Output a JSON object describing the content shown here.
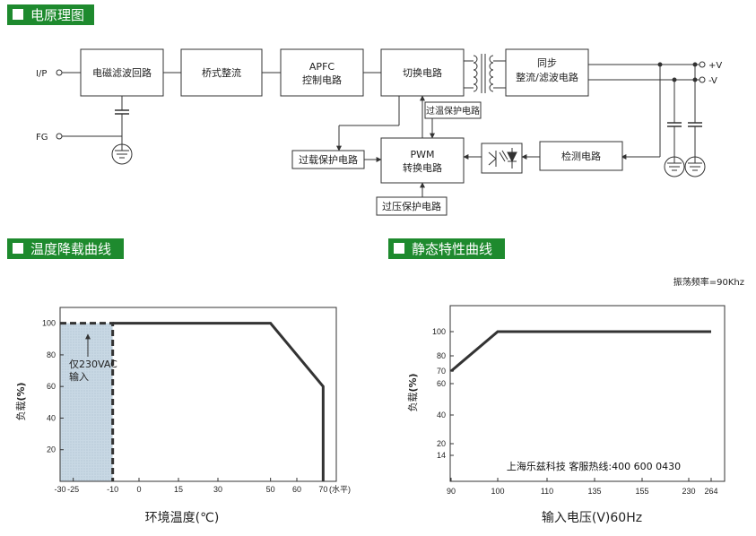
{
  "sections": {
    "schematic": "电原理图",
    "derating": "温度降载曲线",
    "static": "静态特性曲线"
  },
  "colors": {
    "header_bg": "#1e8a2e",
    "line": "#333333",
    "shade": "#c8d8e4"
  },
  "diagram": {
    "inputs": {
      "ip": "I/P",
      "fg": "FG"
    },
    "outputs": {
      "pos": "+V",
      "neg": "-V"
    },
    "blocks": {
      "emi": "电磁滤波回路",
      "bridge": "桥式整流",
      "apfc_1": "APFC",
      "apfc_2": "控制电路",
      "switch": "切换电路",
      "sync_1": "同步",
      "sync_2": "整流/滤波电路",
      "over_temp": "过温保护电路",
      "overload": "过载保护电路",
      "pwm_1": "PWM",
      "pwm_2": "转换电路",
      "detect": "检测电路",
      "overvolt": "过压保护电路"
    }
  },
  "chart_data": [
    {
      "type": "line",
      "ylabel_cn": "负载",
      "ylabel_unit": "(%)",
      "xlabel": "环境温度(℃)",
      "x_ticks": [
        "-30",
        "-25",
        "-10",
        "0",
        "15",
        "30",
        "50",
        "60",
        "70"
      ],
      "x_unit_note": "(水平)",
      "y_ticks": [
        "20",
        "40",
        "60",
        "80",
        "100"
      ],
      "xlim": [
        -30,
        75
      ],
      "ylim": [
        0,
        110
      ],
      "series": [
        {
          "x": [
            -10,
            50,
            70,
            70
          ],
          "y": [
            100,
            100,
            60,
            0
          ]
        }
      ],
      "dashed": {
        "x": [
          -30,
          -10,
          -10
        ],
        "y": [
          100,
          100,
          0
        ]
      },
      "shaded_region": {
        "x": [
          -30,
          -10
        ],
        "y": [
          0,
          100
        ]
      },
      "annotation_1": "仅230VAC",
      "annotation_2": "输入",
      "grid": false
    },
    {
      "type": "line",
      "ylabel_cn": "负载",
      "ylabel_unit": "(%)",
      "xlabel": "输入电压(V)60Hz",
      "x_ticks": [
        "90",
        "100",
        "110",
        "135",
        "155",
        "230",
        "264"
      ],
      "y_ticks": [
        "14",
        "20",
        "40",
        "60",
        "70",
        "80",
        "100"
      ],
      "note": "振荡频率=90Khz",
      "watermark": "上海乐兹科技 客服热线:400 600 0430",
      "series": [
        {
          "x": [
            "90",
            "100",
            "264"
          ],
          "y": [
            70,
            100,
            100
          ]
        }
      ],
      "grid": false
    }
  ]
}
